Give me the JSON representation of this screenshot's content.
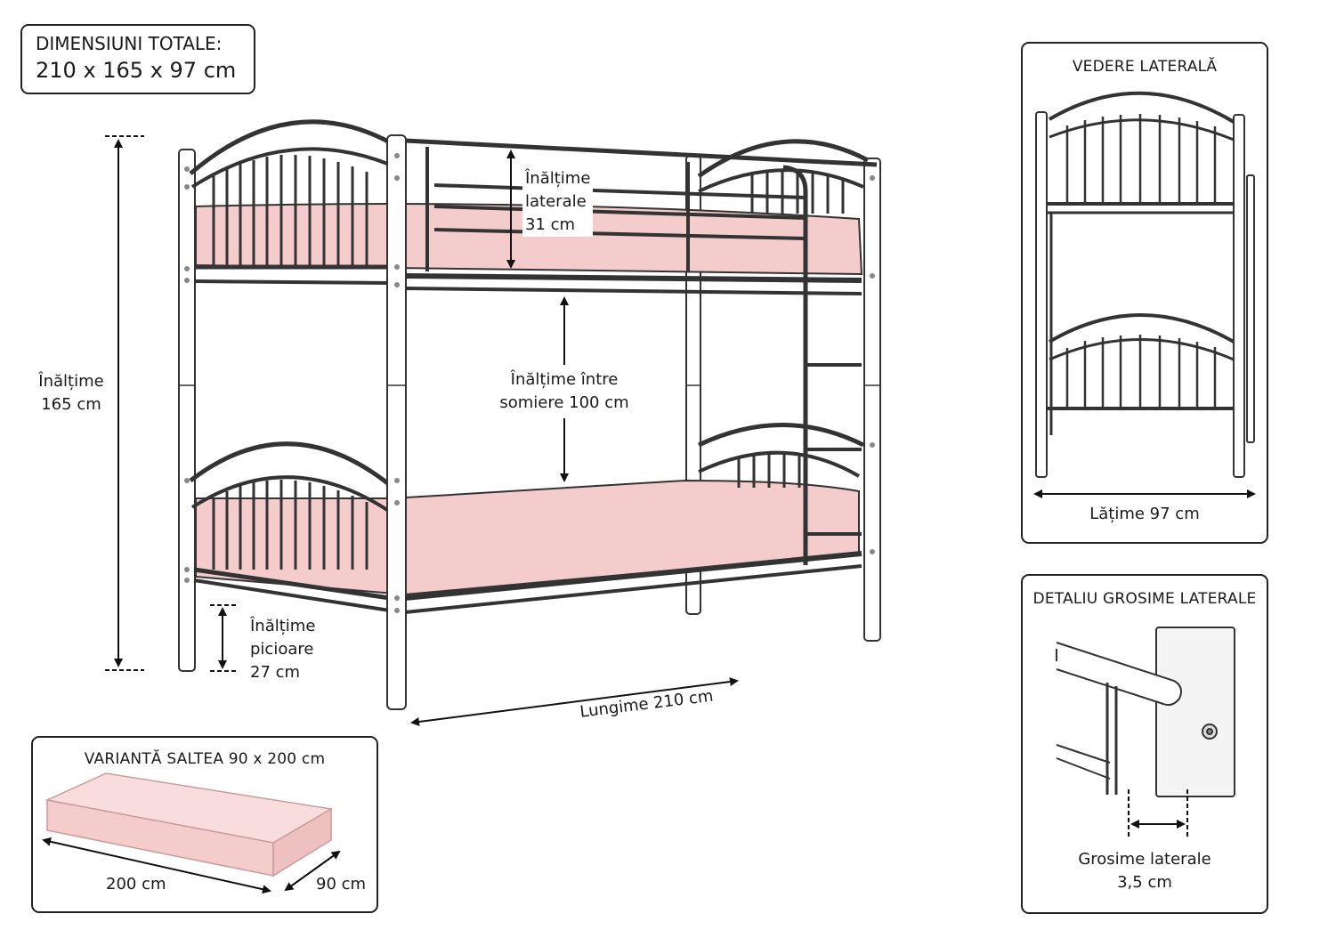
{
  "overall": {
    "title": "DIMENSIUNI TOTALE:",
    "value": "210 x 165 x 97 cm"
  },
  "main": {
    "side_height": [
      "Înălțime",
      "laterale",
      "31 cm"
    ],
    "between": [
      "Înălțime între",
      "somiere 100 cm"
    ],
    "total_height": [
      "Înălțime",
      "165 cm"
    ],
    "leg_height": [
      "Înălțime",
      "picioare",
      "27 cm"
    ],
    "length": "Lungime 210 cm"
  },
  "side_view": {
    "title": "VEDERE LATERALĂ",
    "width_label": "Lățime 97 cm"
  },
  "detail": {
    "title": "DETALIU GROSIME LATERALE",
    "label": [
      "Grosime laterale",
      "3,5 cm"
    ]
  },
  "mattress": {
    "title": "VARIANTĂ SALTEA 90 x 200 cm",
    "length": "200 cm",
    "width": "90 cm"
  },
  "colors": {
    "mattress": "#f5cccc",
    "frame": "#ffffff",
    "outline": "#333333",
    "accent": "#e8b4b4"
  }
}
